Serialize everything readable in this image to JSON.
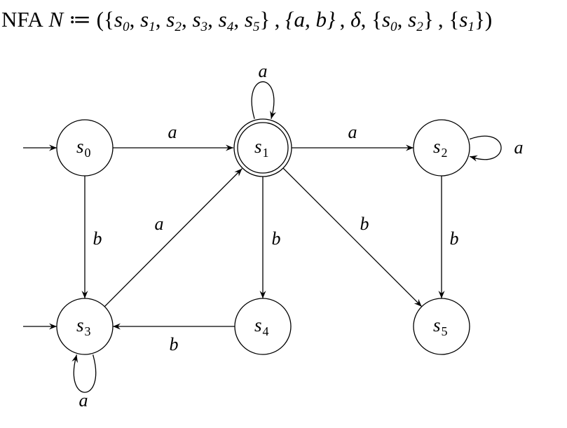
{
  "title": {
    "prefix": "NFA",
    "name": "N",
    "assign": " ≔ (",
    "states_open": "{",
    "states": [
      "s0",
      "s1",
      "s2",
      "s3",
      "s4",
      "s5"
    ],
    "states_close": "}",
    "alphabet": "{a, b}",
    "delta": "δ",
    "initial_states": [
      "s0",
      "s2"
    ],
    "final_states": [
      "s1"
    ],
    "close": ")"
  },
  "states": [
    {
      "id": "s0",
      "label": "s",
      "sub": "0",
      "initial": true,
      "accepting": false
    },
    {
      "id": "s1",
      "label": "s",
      "sub": "1",
      "initial": false,
      "accepting": true
    },
    {
      "id": "s2",
      "label": "s",
      "sub": "2",
      "initial": false,
      "accepting": false
    },
    {
      "id": "s3",
      "label": "s",
      "sub": "3",
      "initial": true,
      "accepting": false
    },
    {
      "id": "s4",
      "label": "s",
      "sub": "4",
      "initial": false,
      "accepting": false
    },
    {
      "id": "s5",
      "label": "s",
      "sub": "5",
      "initial": false,
      "accepting": false
    }
  ],
  "transitions": [
    {
      "id": "s0-s1",
      "from": "s0",
      "to": "s1",
      "symbol": "a"
    },
    {
      "id": "s1-s1",
      "from": "s1",
      "to": "s1",
      "symbol": "a"
    },
    {
      "id": "s1-s2",
      "from": "s1",
      "to": "s2",
      "symbol": "a"
    },
    {
      "id": "s2-s2",
      "from": "s2",
      "to": "s2",
      "symbol": "a"
    },
    {
      "id": "s0-s3",
      "from": "s0",
      "to": "s3",
      "symbol": "b"
    },
    {
      "id": "s3-s1",
      "from": "s3",
      "to": "s1",
      "symbol": "a"
    },
    {
      "id": "s1-s4",
      "from": "s1",
      "to": "s4",
      "symbol": "b"
    },
    {
      "id": "s1-s5",
      "from": "s1",
      "to": "s5",
      "symbol": "b"
    },
    {
      "id": "s2-s5",
      "from": "s2",
      "to": "s5",
      "symbol": "b"
    },
    {
      "id": "s4-s3",
      "from": "s4",
      "to": "s3",
      "symbol": "b"
    },
    {
      "id": "s3-s3",
      "from": "s3",
      "to": "s3",
      "symbol": "a"
    }
  ]
}
